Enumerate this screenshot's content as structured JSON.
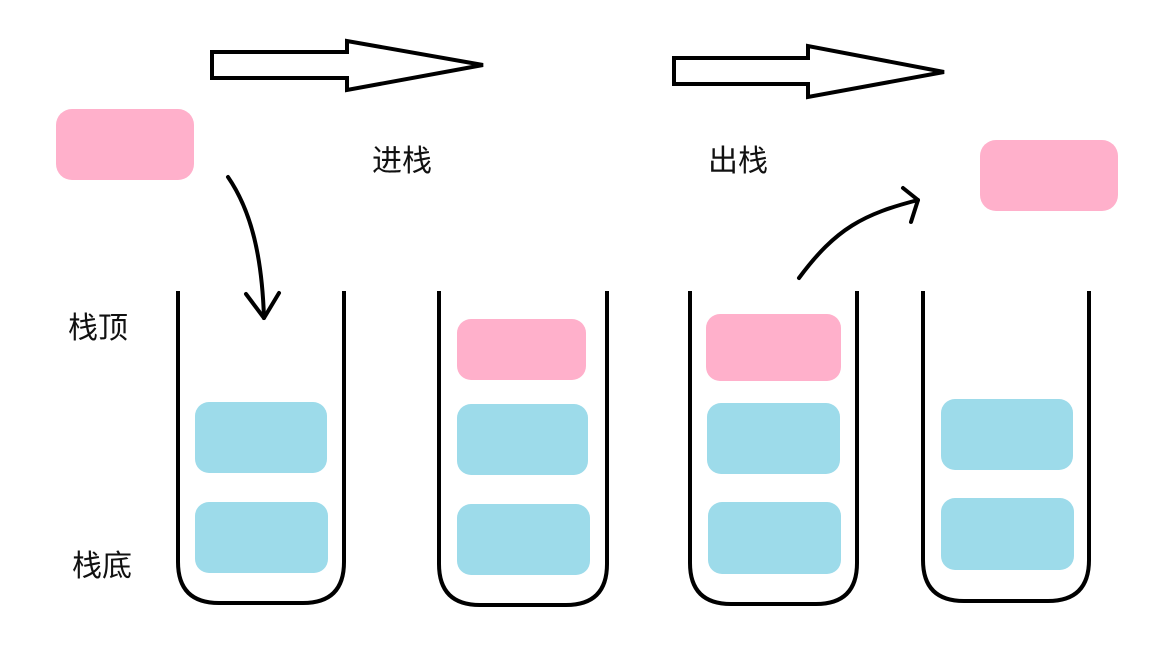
{
  "labels": {
    "push": "进栈",
    "pop": "出栈",
    "stack_top": "栈顶",
    "stack_bottom": "栈底"
  },
  "colors": {
    "new_element": "#ffb0cb",
    "stack_element": "#9ddbea",
    "outline": "#000000"
  },
  "stages": [
    {
      "name": "before-push",
      "elements": [
        "stack",
        "stack"
      ]
    },
    {
      "name": "after-push",
      "elements": [
        "stack",
        "stack",
        "new"
      ]
    },
    {
      "name": "before-pop",
      "elements": [
        "stack",
        "stack",
        "new"
      ]
    },
    {
      "name": "after-pop",
      "elements": [
        "stack",
        "stack"
      ]
    }
  ]
}
